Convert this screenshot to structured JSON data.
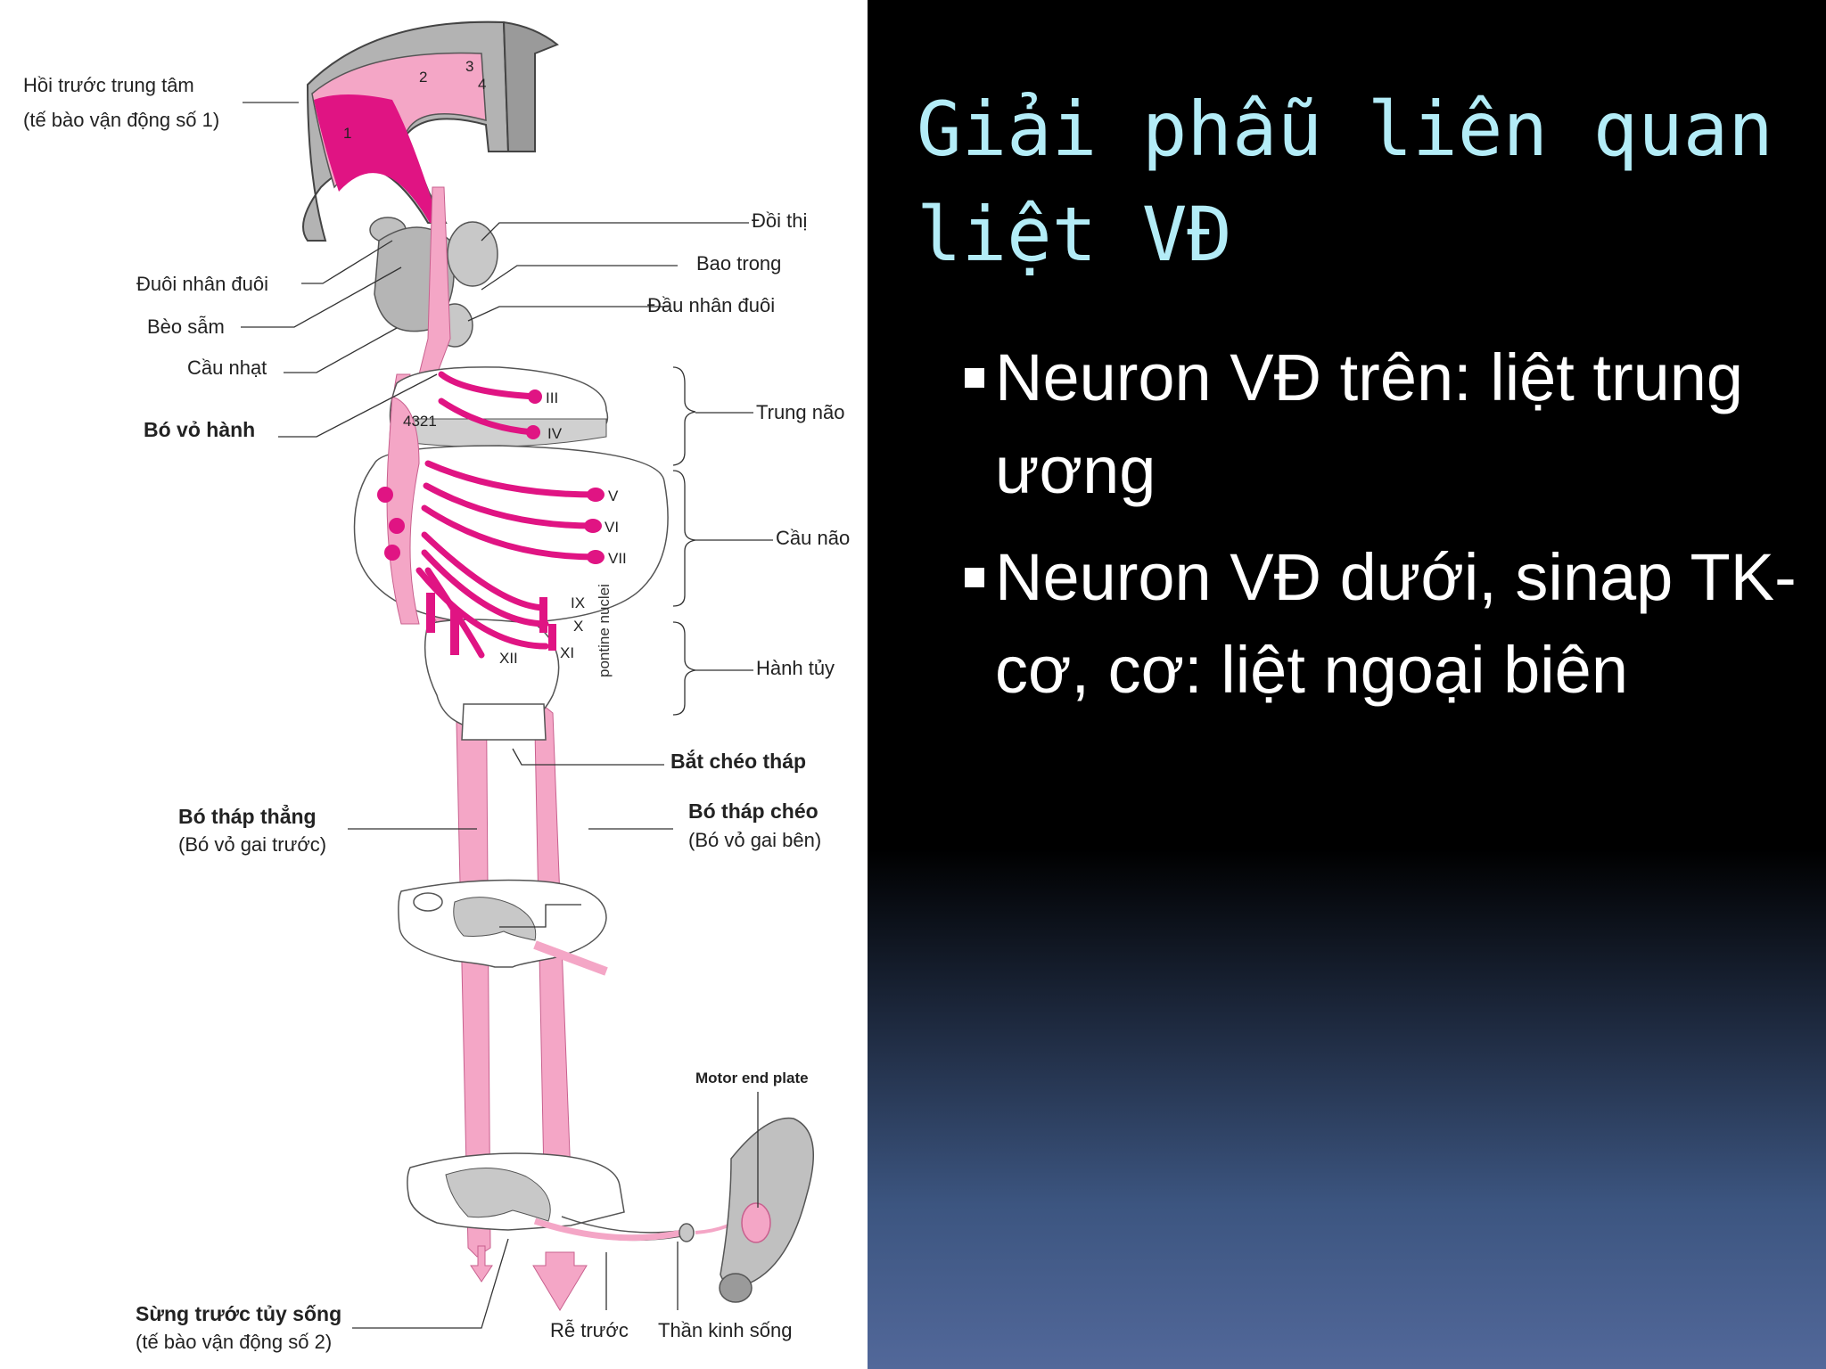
{
  "slide": {
    "title": "Giải phẫu liên quan liệt VĐ",
    "bullets": [
      "Neuron VĐ trên: liệt trung ương",
      "Neuron VĐ dưới, sinap TK-cơ, cơ: liệt ngoại biên"
    ]
  },
  "diagram": {
    "labels": {
      "precentral_gyrus": "Hồi trước trung tâm",
      "precentral_gyrus_sub": "(tế bào vận động số 1)",
      "thalamus": "Đồi thị",
      "internal_capsule": "Bao trong",
      "caudate_tail": "Đuôi nhân đuôi",
      "caudate_head": "Đầu nhân đuôi",
      "putamen": "Bèo sẫm",
      "globus_pallidus": "Cầu nhạt",
      "corticobulbar": "Bó vỏ hành",
      "midbrain": "Trung não",
      "pons": "Cầu não",
      "medulla": "Hành tủy",
      "decussation": "Bắt chéo tháp",
      "anterior_tract": "Bó tháp thẳng",
      "anterior_tract_sub": "(Bó vỏ gai trước)",
      "lateral_tract": "Bó tháp chéo",
      "lateral_tract_sub": "(Bó vỏ gai bên)",
      "motor_end_plate": "Motor end plate",
      "anterior_horn": "Sừng trước tủy sống",
      "anterior_horn_sub": "(tế bào vận động số 2)",
      "ventral_root": "Rễ trước",
      "spinal_nerve": "Thần kinh sống",
      "pontine_nuclei": "pontine nuclei"
    },
    "cortex_areas": [
      "1",
      "2",
      "3",
      "4"
    ],
    "tract_numbers": "4321",
    "cranial_nerves": [
      "III",
      "IV",
      "V",
      "VI",
      "VII",
      "IX",
      "X",
      "XI",
      "XII"
    ]
  }
}
